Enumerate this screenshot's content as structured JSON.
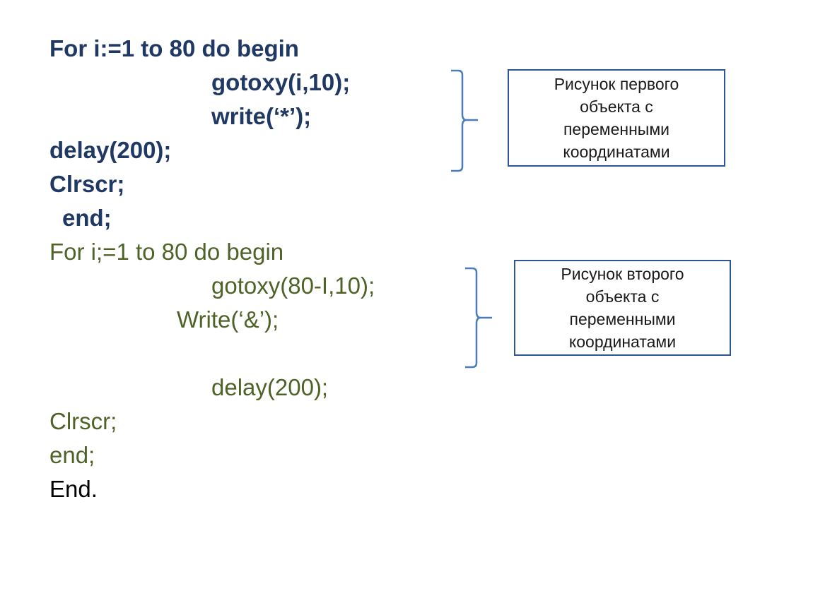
{
  "code_block_1": [
    "For i:=1 to 80 do begin",
    "gotoxy(i,10);",
    "write(‘*’);",
    "delay(200);",
    "Clrscr;",
    "end;"
  ],
  "code_block_2": [
    "For i;=1 to 80 do begin",
    "gotoxy(80-I,10);",
    "Write(‘&’);",
    "delay(200);",
    "Clrscr;",
    "end;"
  ],
  "final_line": "End.",
  "notes": [
    "Рисунок первого\nобъекта с\nпеременными\nкоординатами",
    "Рисунок второго\nобъекта с\nпеременными\nкоординатами"
  ],
  "colors": {
    "block1_text": "#1f3864",
    "block2_text": "#4f6228",
    "final_text": "#000000",
    "brace": "#4a7ebb",
    "box_border": "#2e5597"
  },
  "icons": [
    "curly-brace-icon"
  ]
}
